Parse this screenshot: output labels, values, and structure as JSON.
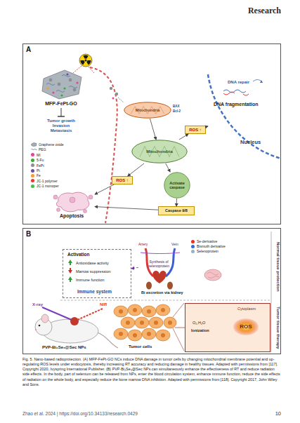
{
  "diagram": {
    "caption": "Fig. 5. Nano-based radioprotection. (A) MFP-FePt-GO NCs induce DNA damage in tumor cells by changing mitochondrial membrane potential and up-regulating ROS levels under endocytosis, thereby increasing RT accuracy and reducing damage in healthy tissues. Adapted with permissions from [117]. Copyright 2020, Ivyspring International Publisher. (B) PVP-Bi₂Se₃@Sec NPs can simultaneously enhance the effectiveness of RT and reduce radiation side effects. In the body, part of selenium can be released from NPs, enter the blood circulation system, enhance immune function, reduce the side effects of radiation on the whole body, and especially reduce the bone marrow DNA inhibition. Adapted with permissions from [118]. Copyright 2017, John Wiley and Sons.",
    "nodes": [
      {
        "text": [
          "A"
        ]
      },
      {
        "text": [
          "MFP-FePt-GO"
        ],
        "in": 0
      },
      {
        "text": [
          "Tumor growth Invasion Metastasis"
        ],
        "in": 0
      },
      {
        "text": [
          "Mitochondria"
        ],
        "in": 0
      },
      {
        "text": [
          "DNA fragmentation",
          "Nucleus"
        ],
        "in": 0
      },
      {
        "text": [
          "ROS ↑"
        ],
        "in": 0
      },
      {
        "text": [
          "Mitochondria"
        ],
        "in": 0
      },
      {
        "text": [
          "ROS ↑"
        ],
        "in": 0
      },
      {
        "text": [
          "Activate caspase"
        ],
        "in": 0
      },
      {
        "text": [
          "Caspase 9/8"
        ],
        "in": 0
      },
      {
        "text": [
          "Apoptosis"
        ],
        "in": 0
      },
      {
        "text": [
          "B"
        ]
      },
      {
        "text": [
          "Activation",
          "Antioxidase activity",
          "Marrow suppression",
          "Immune function",
          "Immune system"
        ],
        "in": 11
      },
      {
        "text": [
          "Synthesis of selenoprotein"
        ],
        "in": 11
      },
      {
        "text": [
          "Tumor cells"
        ],
        "in": 11
      },
      {
        "text": [
          "Cytoplasm",
          "O₂,H₂O",
          "Ionization"
        ],
        "in": 11
      },
      {
        "text": [
          "ROS"
        ],
        "in": 15
      }
    ],
    "edges": [
      {
        "from": 1,
        "to": 2,
        "arrow": "to"
      },
      {
        "from": 3,
        "to": 6,
        "arrow": "to"
      },
      {
        "from": 6,
        "to": 5,
        "arrow": "to"
      },
      {
        "from": 5,
        "to": 4,
        "arrow": "to"
      },
      {
        "from": 6,
        "to": 7,
        "arrow": "to"
      },
      {
        "from": 6,
        "to": 8,
        "arrow": "to"
      },
      {
        "from": 8,
        "to": 9,
        "arrow": "to"
      },
      {
        "from": 9,
        "to": 10,
        "arrow": "to"
      },
      {
        "from": 7,
        "to": 10,
        "arrow": "to"
      },
      {
        "from": 13,
        "to": 12,
        "arrow": "to"
      },
      {
        "from": 14,
        "to": 15,
        "arrow": "none"
      }
    ],
    "labels": [
      "Research",
      "BAX",
      "Bcl-2",
      "DNA repair",
      "Artery",
      "Vein",
      "Bi excretion via kidney",
      "Normal tissue protection",
      "Tumor tissue therapy",
      "X-ray",
      "NIR",
      "PVP-Bi₂Se₃@Sec NPs",
      "Zhao et al. 2024 | https://doi.org/10.34133/research.0429",
      "10"
    ],
    "legend": [
      {
        "text": "Graphene oxide"
      },
      {
        "text": "PEG"
      },
      {
        "text": "MI",
        "color": "#e8419b"
      },
      {
        "text": "5-Fu",
        "color": "#3aaa35"
      },
      {
        "text": "FePt",
        "color": "#8a8f96"
      },
      {
        "text": "Pt",
        "color": "#6a4fa3"
      },
      {
        "text": "Fe",
        "color": "#f39c34"
      },
      {
        "text": "JC-1 polymer",
        "color": "#e53935"
      },
      {
        "text": "JC-1 monoper",
        "color": "#43c04a"
      },
      {
        "text": "Se-derivative",
        "color": "#e8302a"
      },
      {
        "text": "Bismuth derivative",
        "color": "#2f6fd6"
      },
      {
        "text": "Selenoprotein",
        "color": "#9bb0c0"
      }
    ]
  }
}
